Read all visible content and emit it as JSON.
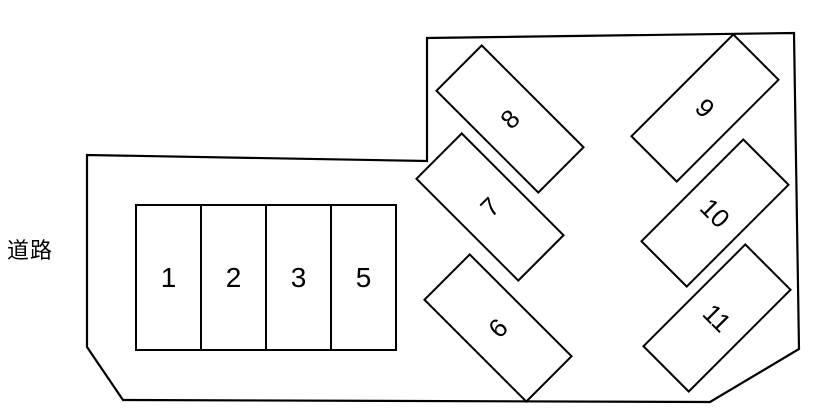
{
  "diagram": {
    "road_label": "道路",
    "line_color": "#000000",
    "background_color": "#ffffff",
    "vertical_stalls": [
      {
        "number": "1"
      },
      {
        "number": "2"
      },
      {
        "number": "3"
      },
      {
        "number": "5"
      }
    ],
    "diagonal_stalls_left": [
      {
        "number": "6"
      },
      {
        "number": "7"
      },
      {
        "number": "8"
      }
    ],
    "diagonal_stalls_right": [
      {
        "number": "9"
      },
      {
        "number": "10"
      },
      {
        "number": "11"
      }
    ]
  }
}
